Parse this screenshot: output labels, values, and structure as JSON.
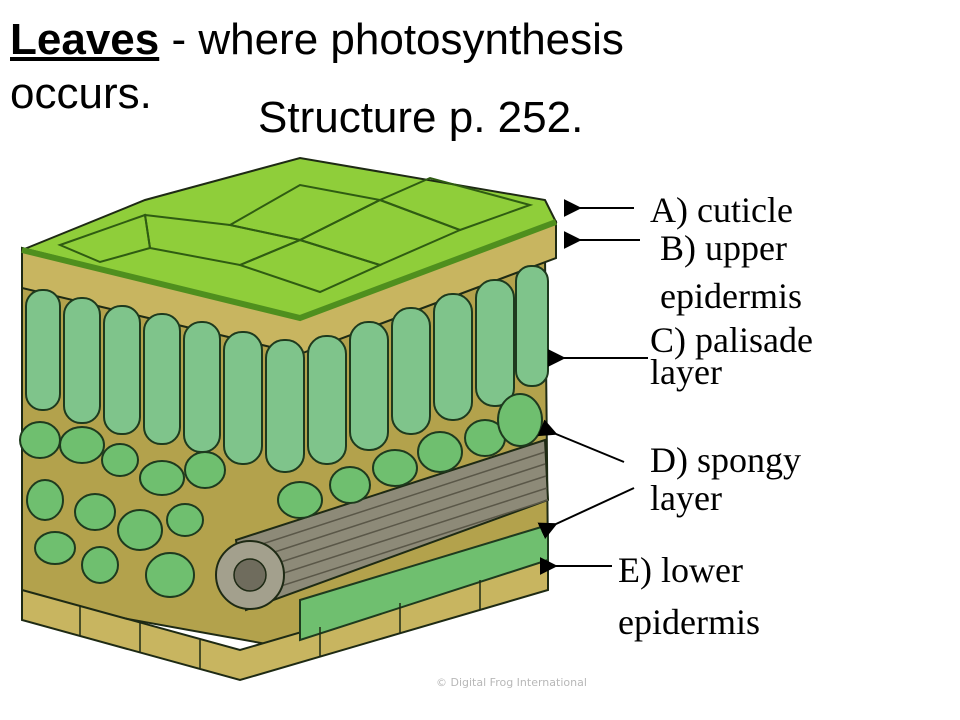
{
  "heading": {
    "bold": "Leaves",
    "rest": " - where photosynthesis",
    "line2": "occurs."
  },
  "subheading": "Structure  p. 252.",
  "labels": [
    {
      "id": "a",
      "lines": [
        "A) cuticle"
      ]
    },
    {
      "id": "b",
      "lines": [
        "B) upper",
        "epidermis"
      ]
    },
    {
      "id": "c",
      "lines": [
        "C) palisade",
        "layer"
      ]
    },
    {
      "id": "d",
      "lines": [
        "D) spongy",
        "layer"
      ]
    },
    {
      "id": "e",
      "lines": [
        "E) lower",
        "epidermis"
      ]
    }
  ],
  "credit": "© Digital Frog International",
  "colors": {
    "cuticle": "#4f8f1e",
    "upper_epidermis": "#8fce3a",
    "epidermis_side": "#c8b560",
    "palisade": "#7fc48b",
    "spongy": "#6fbf6f",
    "air_space": "#b9a853",
    "vein": "#8d8a78",
    "outline": "#1e2a14"
  }
}
